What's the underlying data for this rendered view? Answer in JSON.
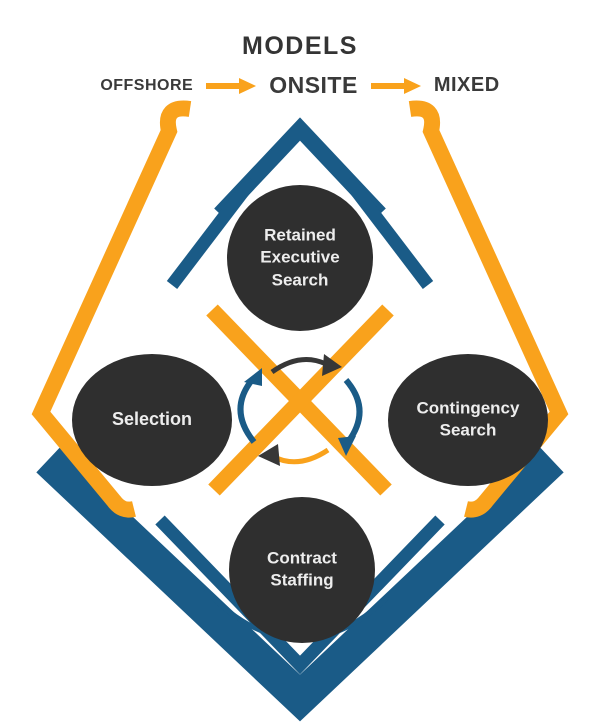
{
  "title": "MODELS",
  "legend": {
    "offshore": "OFFSHORE",
    "onsite": "ONSITE",
    "mixed": "MIXED"
  },
  "nodes": {
    "top": {
      "label": "Retained Executive Search",
      "lines": [
        "Retained",
        "Executive",
        "Search"
      ]
    },
    "left": {
      "label": "Selection",
      "lines": [
        "Selection"
      ]
    },
    "right": {
      "label": "Contingency Search",
      "lines": [
        "Contingency",
        "Search"
      ]
    },
    "bottom": {
      "label": "Contract Staffing",
      "lines": [
        "Contract",
        "Staffing"
      ]
    }
  },
  "icons": {
    "legend_arrows": "right-arrow-icon",
    "center_cycle": [
      "cycle-arrow-top",
      "cycle-arrow-right",
      "cycle-arrow-bottom",
      "cycle-arrow-left"
    ]
  },
  "colors": {
    "orange": "#F9A21C",
    "blue": "#1A5B87",
    "charcoal": "#373737",
    "node_fill": "#2F2F2F",
    "node_text": "#EDEDED",
    "background": "#FFFFFF"
  }
}
